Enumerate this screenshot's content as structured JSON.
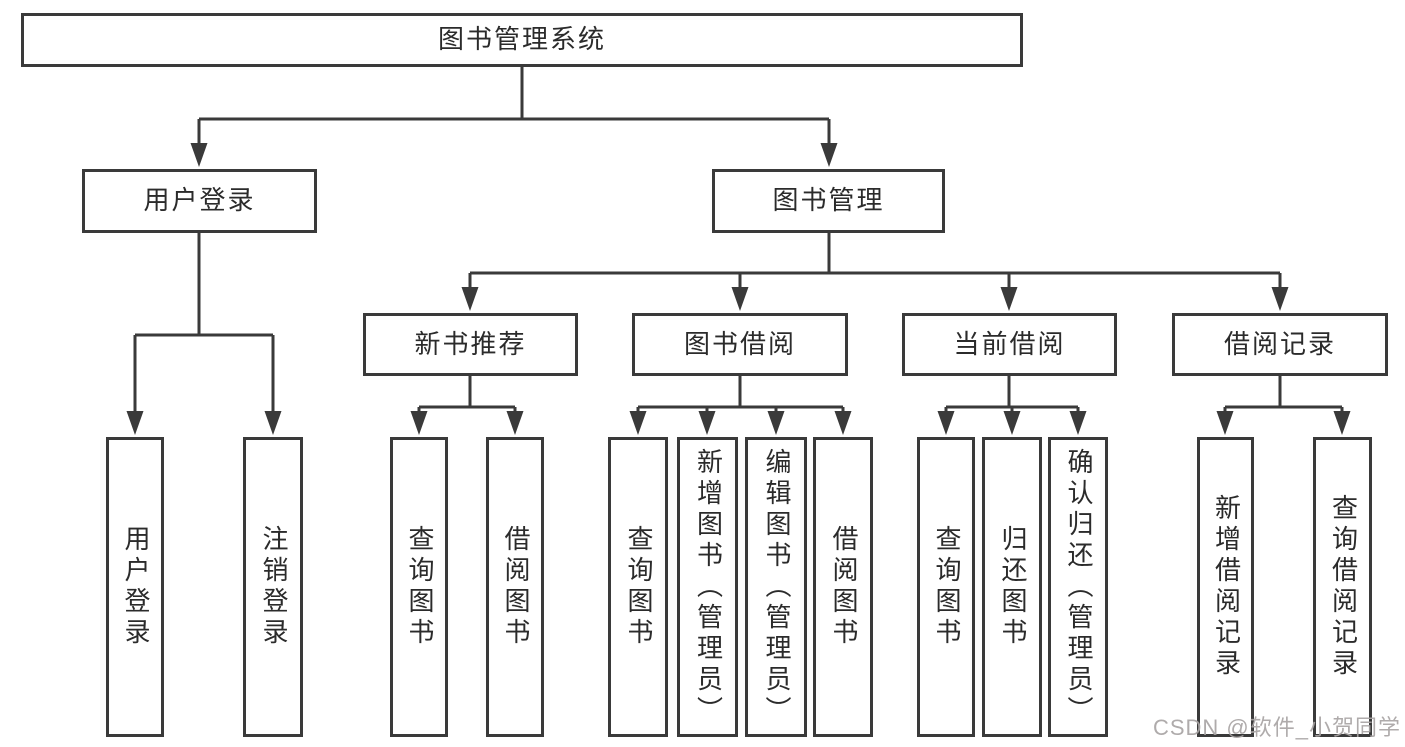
{
  "diagram": {
    "type": "tree",
    "title": "图书管理系统",
    "watermark": "CSDN @软件_小贺同学"
  },
  "colors": {
    "line": "#3a3a3a",
    "border": "#3a3a3a",
    "text": "#2b2b2b",
    "background": "#ffffff",
    "watermark": "#a8a4a4"
  },
  "nodes": {
    "root": {
      "label": "图书管理系统"
    },
    "user_login_mod": {
      "label": "用户登录"
    },
    "book_mgmt": {
      "label": "图书管理"
    },
    "login": {
      "label": "用户登录"
    },
    "logout": {
      "label": "注销登录"
    },
    "new_book_rec": {
      "label": "新书推荐"
    },
    "book_borrow": {
      "label": "图书借阅"
    },
    "current_borrow": {
      "label": "当前借阅"
    },
    "borrow_record": {
      "label": "借阅记录"
    },
    "nb_query": {
      "label": "查询图书"
    },
    "nb_borrow": {
      "label": "借阅图书"
    },
    "bb_query": {
      "label": "查询图书"
    },
    "bb_add": {
      "label": "新增图书（管理员）"
    },
    "bb_edit": {
      "label": "编辑图书（管理员）"
    },
    "bb_borrow": {
      "label": "借阅图书"
    },
    "cb_query": {
      "label": "查询图书"
    },
    "cb_return": {
      "label": "归还图书"
    },
    "cb_confirm": {
      "label": "确认归还（管理员）"
    },
    "br_add": {
      "label": "新增借阅记录"
    },
    "br_query": {
      "label": "查询借阅记录"
    }
  },
  "hierarchy": [
    {
      "parent": "图书管理系统",
      "children": [
        "用户登录",
        "图书管理"
      ]
    },
    {
      "parent": "用户登录",
      "children": [
        "用户登录",
        "注销登录"
      ]
    },
    {
      "parent": "图书管理",
      "children": [
        "新书推荐",
        "图书借阅",
        "当前借阅",
        "借阅记录"
      ]
    },
    {
      "parent": "新书推荐",
      "children": [
        "查询图书",
        "借阅图书"
      ]
    },
    {
      "parent": "图书借阅",
      "children": [
        "查询图书",
        "新增图书（管理员）",
        "编辑图书（管理员）",
        "借阅图书"
      ]
    },
    {
      "parent": "当前借阅",
      "children": [
        "查询图书",
        "归还图书",
        "确认归还（管理员）"
      ]
    },
    {
      "parent": "借阅记录",
      "children": [
        "新增借阅记录",
        "查询借阅记录"
      ]
    }
  ]
}
